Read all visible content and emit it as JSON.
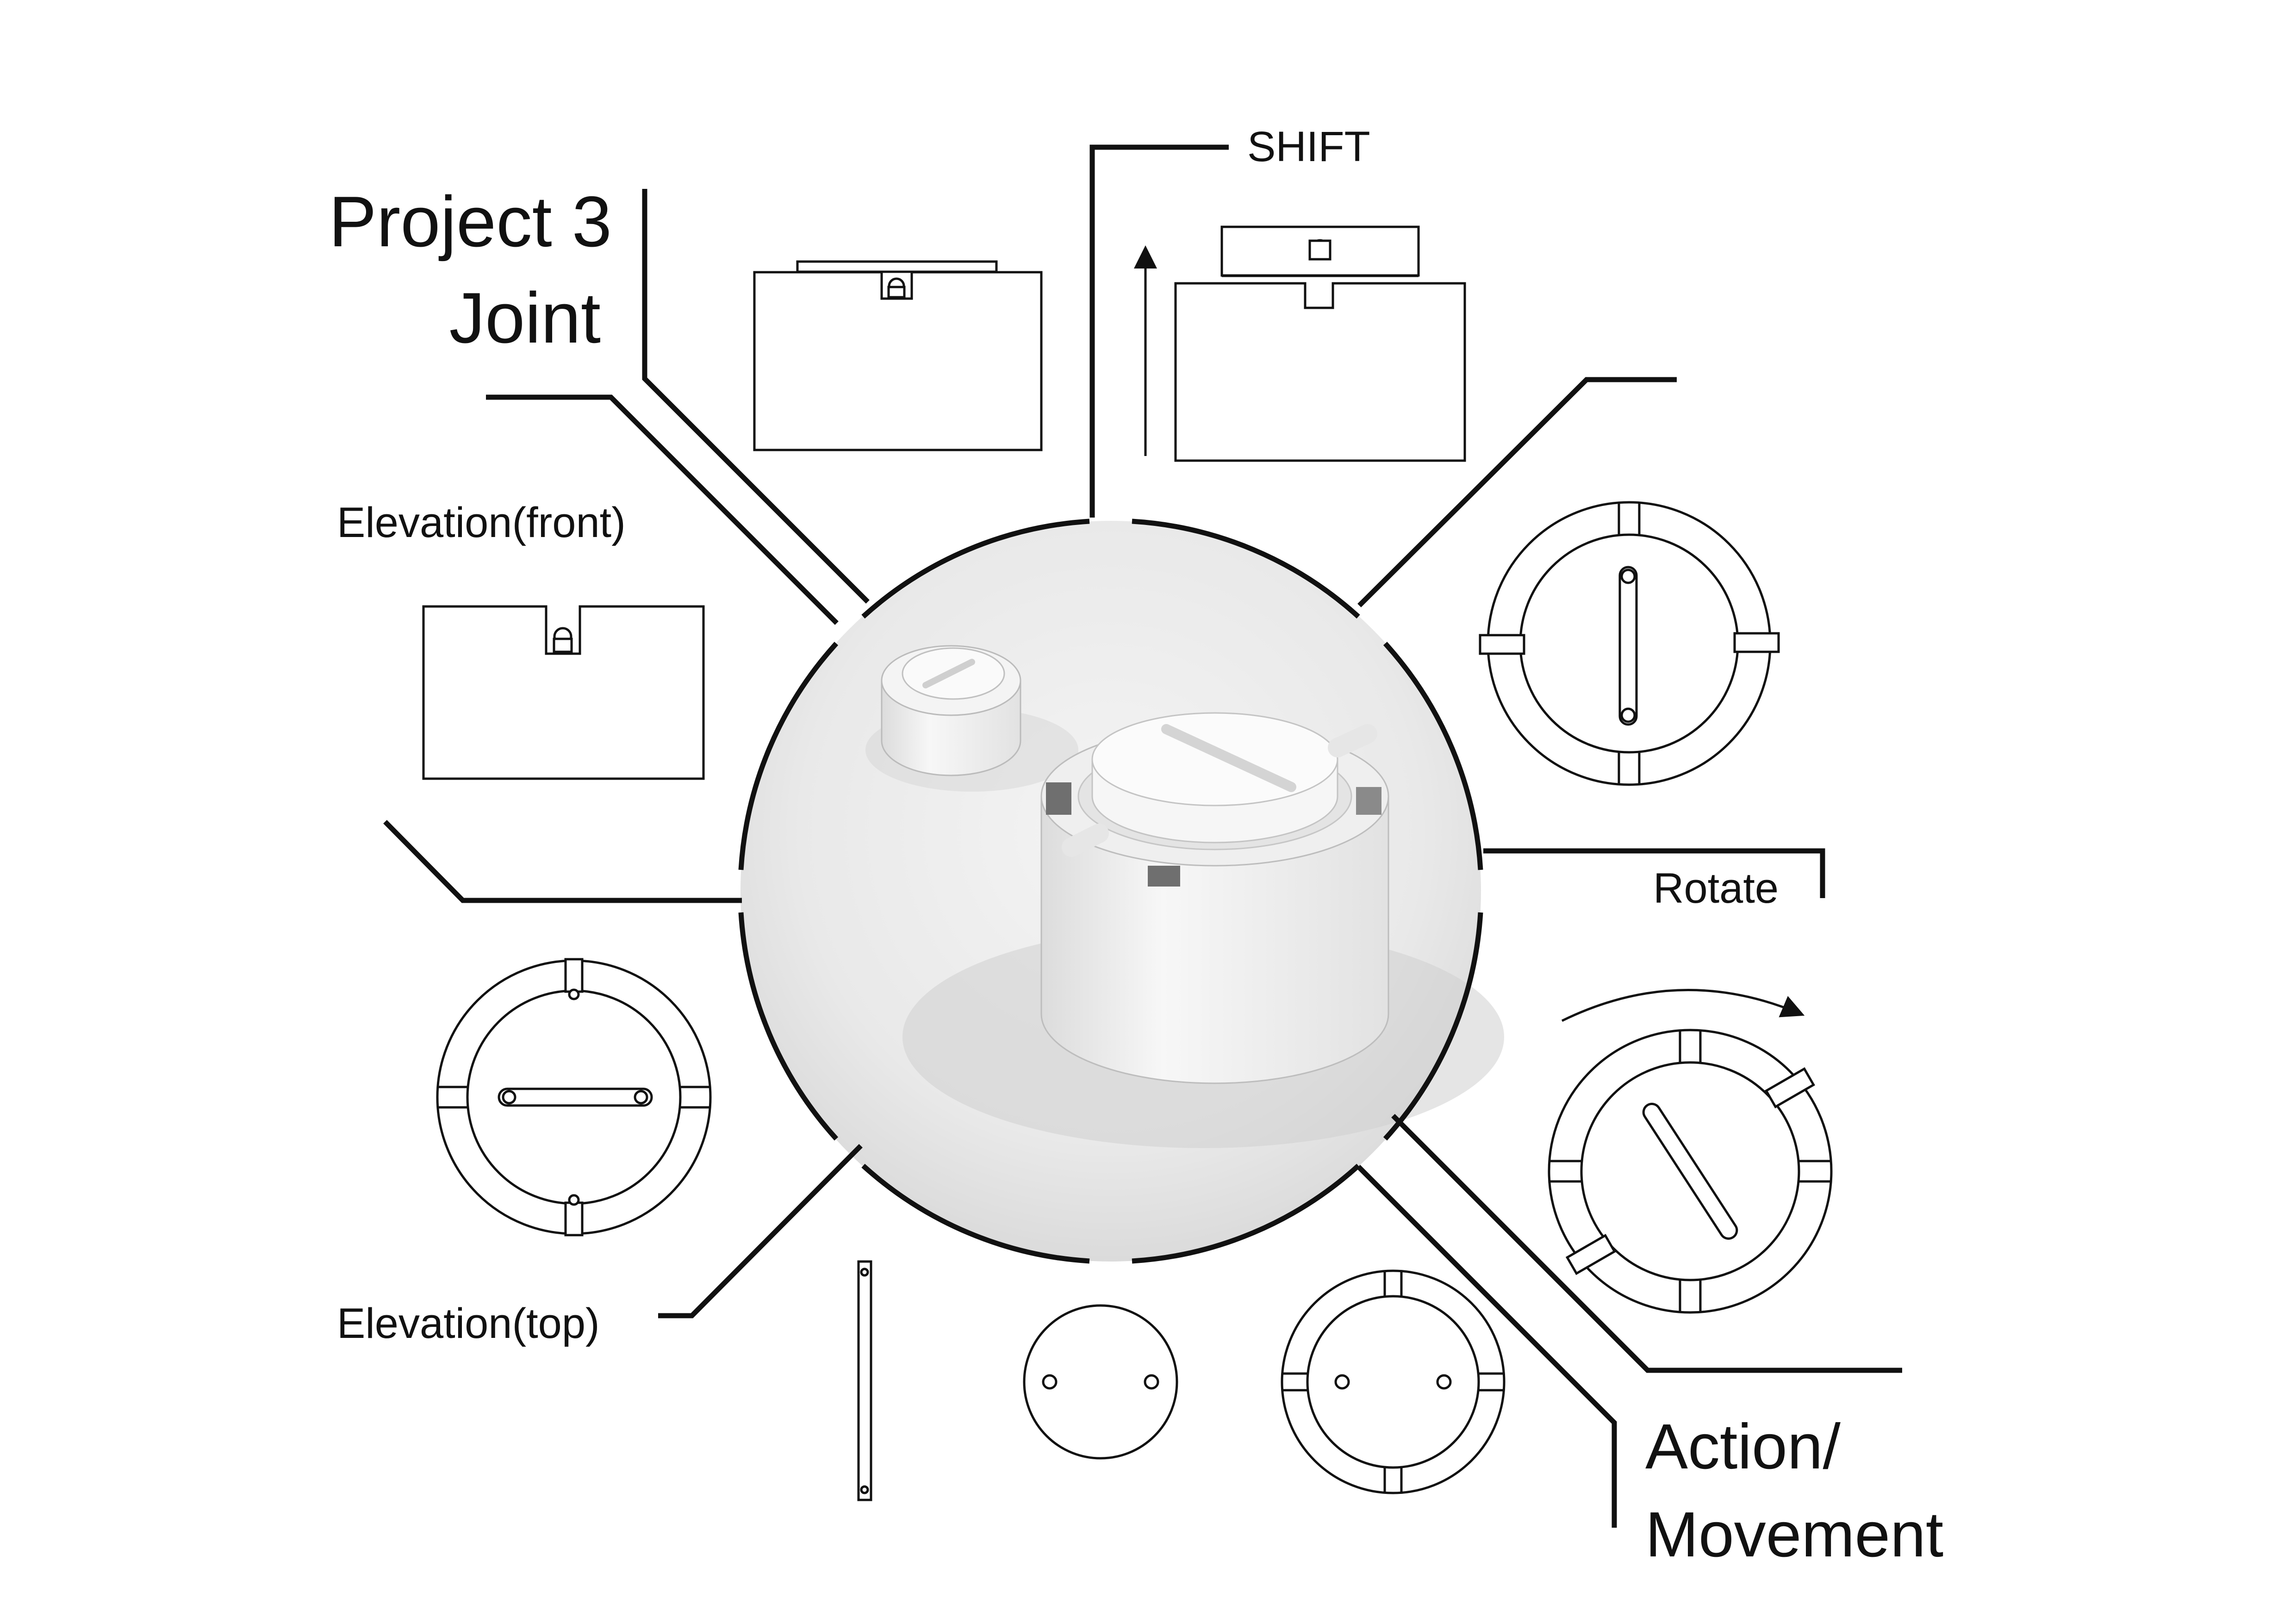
{
  "title": {
    "line1": "Project 3",
    "line2": "Joint"
  },
  "labels": {
    "shift": "SHIFT",
    "elevation_front": "Elevation(front)",
    "rotate": "Rotate",
    "elevation_top": "Elevation(top)",
    "action_line1": "Action/",
    "action_line2": "Movement"
  },
  "colors": {
    "ink": "#111111",
    "paper": "#ffffff"
  }
}
